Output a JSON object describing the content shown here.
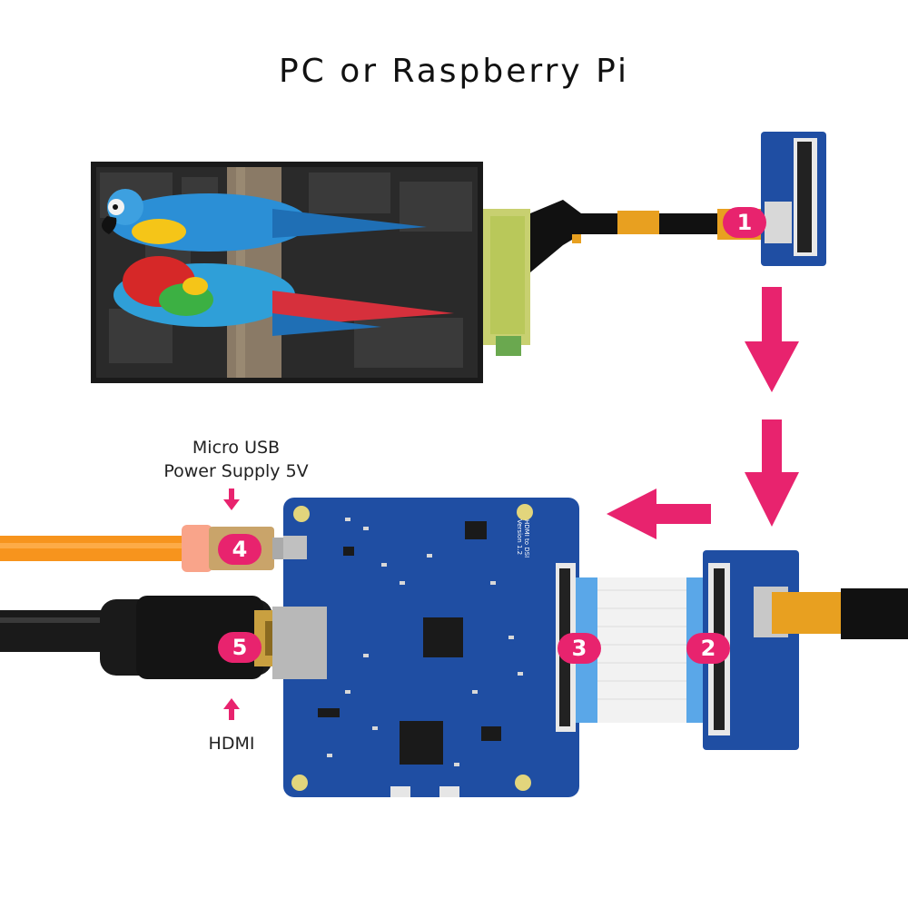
{
  "title": "PC or Raspberry Pi",
  "labels": {
    "usb_line1": "Micro USB",
    "usb_line2": "Power Supply 5V",
    "hdmi": "HDMI"
  },
  "board_text": {
    "driver_silk_1": "HDMI to DSI",
    "driver_silk_2": "Version 1.2"
  },
  "steps": [
    "1",
    "2",
    "3",
    "4",
    "5"
  ],
  "colors": {
    "accent": "#e8236e",
    "pcb": "#1f4ea3",
    "usb_cable": "#f7941d",
    "hdmi_cable": "#1a1a1a",
    "flex": "#e8a020"
  }
}
